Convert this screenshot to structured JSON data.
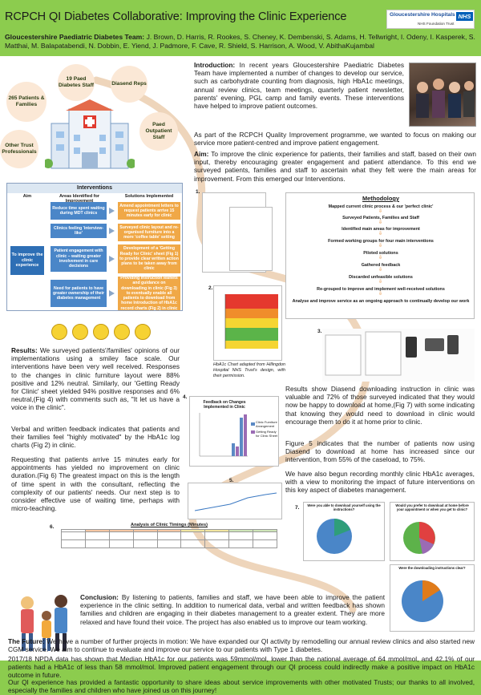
{
  "header": {
    "title": "RCPCH QI Diabetes Collaborative: Improving the Clinic Experience",
    "team_label": "Gloucestershire Paediatric Diabetes Team:",
    "team_members": "J. Brown, D. Harris, R. Rookes, S. Cheney, K. Dembenski, S. Adams, H. Tellwright, I. Odeny, I. Kasperek, S. Matthai, M. Balapatabendi, N. Dobbin, E. Yiend, J. Padmore, F. Cave, R. Shield, S. Harrison, A. Wood, V. AbithaKujambal",
    "org_name": "Gloucestershire Hospitals",
    "nhs_logo": "NHS",
    "org_sub": "NHS Foundation Trust"
  },
  "stakeholders": {
    "patients": "265 Patients & Families",
    "staff": "19 Paed Diabetes Staff",
    "reps": "Diasend Reps",
    "outpatient": "Paed Outpatient Staff",
    "other": "Other Trust Professionals"
  },
  "introduction": {
    "label": "Introduction:",
    "p1": "In recent years Gloucestershire Paediatric Diabetes Team have implemented a number of changes to develop our service, such as carbohydrate counting from diagnosis, high HbA1c meetings, annual review clinics, team meetings, quarterly patient newsletter, parents' evening, PGL camp and family events. These interventions have helped to improve patient outcomes.",
    "p2": "As part of the RCPCH Quality Improvement programme, we wanted to focus on making our service more patient-centred and improve patient engagement.",
    "aim_label": "Aim:",
    "aim": "To improve the clinic experience for patients, their families and staff, based on their own input, thereby encouraging greater engagement and patient attendance. To this end we surveyed patients, families and staff to ascertain what they felt were the main areas for improvement. From this emerged our Interventions."
  },
  "interventions": {
    "title": "Interventions",
    "col_aim": "Aim",
    "col_areas": "Areas Identified for Improvement",
    "col_solutions": "Solutions Implemented",
    "aim_text": "To improve the clinic experience",
    "areas": [
      "Reduce time spent waiting during MDT clinics",
      "Clinics feeling 'interview-like'",
      "Patient engagement with clinic – waiting greater involvement in care decisions",
      "Need for patients to have greater ownership of their diabetes management"
    ],
    "solutions": [
      "Amend appointment letters to request patients arrive 15 minutes early for clinic",
      "Surveyed clinic layout and re-organised furniture into a more 'coffee table' setting",
      "Development of a 'Getting Ready for Clinic' sheet (Fig 1) to provide clear written action plans to be taken away from clinic",
      "Providing instruction leaflets and guidance on downloading in clinic (Fig 3) to eventually enable all patients to download from home Introduction of HbA1c record charts (Fig 2) in clinic"
    ]
  },
  "methodology": {
    "title": "Methodology",
    "steps": [
      "Mapped current clinic process & our 'perfect clinic'",
      "Surveyed Patients, Families and Staff",
      "Identified main areas for improvement",
      "Formed working groups for four main interventions",
      "Piloted solutions",
      "Gathered feedback",
      "Discarded unfeasible solutions",
      "Re-grouped to improve and implement well-received solutions",
      "Analyse and improve service as an ongoing approach to continually develop our work"
    ]
  },
  "results": {
    "label": "Results:",
    "p1": "We surveyed patients'/families' opinions of our implementations using a smiley face scale. Our interventions have been very well received. Responses to the changes in clinic furniture layout were 88% positive and 12% neutral. Similarly, our 'Getting Ready for Clinic' sheet yielded 94% positive responses and 6% neutral,(Fig 4) with comments such as, \"It let us have a voice in the clinic\".",
    "p2": "Verbal and written feedback indicates that patients and their families feel \"highly motivated\" by the HbA1c log charts (Fig 2) in clinic.",
    "p3": "Requesting that patients arrive 15 minutes early for appointments has yielded no improvement on clinic duration.(Fig 6) The greatest impact on this is the length of time spent in with the consultant, reflecting the complexity of our patients' needs. Our next step is to consider effective use of waiting time, perhaps with micro-teaching."
  },
  "results_right": {
    "p1": "Results show Diasend downloading instruction in clinic was valuable and 72% of those surveyed indicated that they would now be happy to download at home,(Fig 7) with some indicating that knowing they would need to download in clinic would encourage them to do it at home prior to clinic.",
    "p2": "Figure 5 indicates that the number of patients now using Diasend to download at home has increased since our intervention, from 55% of the caseload, to 75%.",
    "p3": "We have also begun recording monthly clinic HbA1c averages, with a view to monitoring the impact of future interventions on this key aspect of diabetes management."
  },
  "figures": {
    "fig1": "1.",
    "fig2": "2.",
    "fig2_caption": "HbA1c Chart adapted from Hillingdon Hospital NHS Trust's design, with their permission.",
    "fig3": "3.",
    "fig4": "4.",
    "fig4_title": "Feedback on Changes Implemented in Clinic",
    "fig4_legend": [
      "Clinic Furniture Arrangement",
      "Getting Ready for Clinic Sheet"
    ],
    "fig5": "5.",
    "fig6": "6.",
    "fig6_title": "Analysis of Clinic Timings (Minutes)",
    "fig7": "7.",
    "fig7_q1": "Were you able to download yourself using the instructions?",
    "fig7_q2": "Would you prefer to download at home before your appointment or when you get to clinic?",
    "fig7_q3": "Were the downloading instructions clear?"
  },
  "conclusion": {
    "label": "Conclusion:",
    "text": "By listening to patients, families and staff, we have been able to improve the patient experience in the clinic setting. In addition to numerical data, verbal and written feedback has shown families and children are engaging in their diabetes management to a greater extent. They are more relaxed and have found their voice. The project has also enabled us to improve our team working."
  },
  "future": {
    "label": "The Future:",
    "p1": "We have a number of further projects in motion: We have expanded our QI activity by remodelling our annual review clinics and also started new CGM service. We aim to continue to evaluate and improve our service to our patients with Type 1 diabetes.",
    "p2": "2017/18 NPDA data has shown that Median HbA1c for our patients was 59mmol/mol, lower than the national average of 64 mmol/mol, and 42.1% of our patients had a HbA1c of less than 58 mmol/mol. Improved patient engagement through our QI process could indirectly make a positive impact on HbA1c outcome in future.",
    "p3": "Our QI experience has provided a fantastic opportunity to share ideas about service improvements with other motivated Trusts; our thanks to all involved, especially the families and children who have joined us on this journey!"
  },
  "colors": {
    "header_green": "#8ccc4e",
    "path_beige": "#e9c6a4",
    "blue": "#2e6fb5",
    "orange": "#f0a847"
  }
}
